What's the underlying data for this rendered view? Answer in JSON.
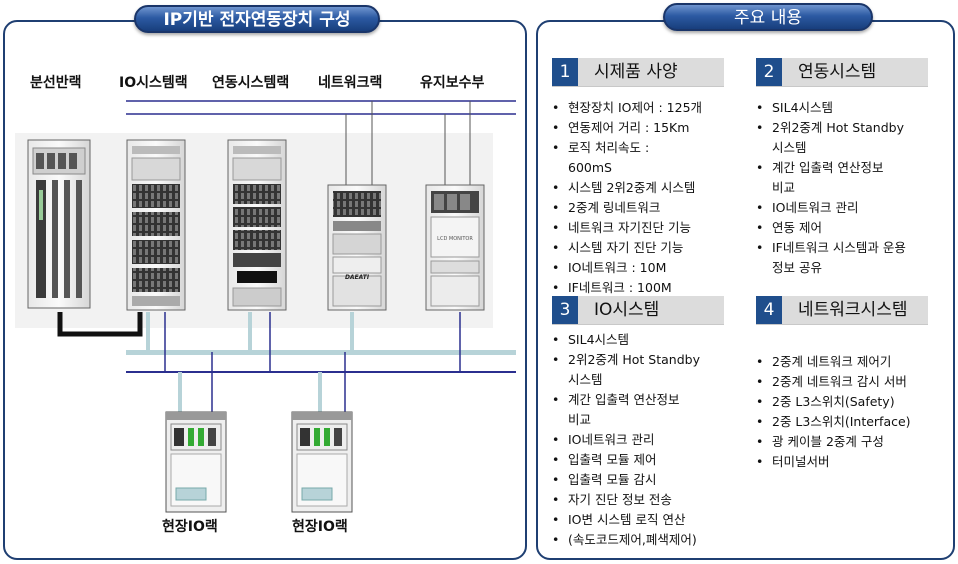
{
  "left_title": "IP기반 전자연동장치 구성",
  "right_title": "주요 내용",
  "racks": [
    {
      "label": "분선반랙"
    },
    {
      "label": "IO시스템랙"
    },
    {
      "label": "연동시스템랙"
    },
    {
      "label": "네트워크랙"
    },
    {
      "label": "유지보수부"
    }
  ],
  "rack_texts": {
    "lcd": "LCD MONITOR",
    "brand": "DAEATI"
  },
  "field_racks": [
    {
      "label": "현장IO랙"
    },
    {
      "label": "현장IO랙"
    }
  ],
  "colors": {
    "navy": "#1f3f72",
    "bus_blue": "#2b2f8f",
    "bus_light": "#b7d3d8",
    "section_num": "#1f4e8c"
  },
  "sections": [
    {
      "num": "1",
      "title": "시제품 사양",
      "items": [
        "현장장치 IO제어 : 125개",
        "연동제어 거리    : 15Km",
        "로직 처리속도    :\n600mS",
        "시스템 2위2중계 시스템",
        "2중계 링네트워크",
        "네트워크 자기진단 기능",
        "시스템 자기 진단 기능",
        "IO네트워크 : 10M",
        "IF네트워크  : 100M"
      ]
    },
    {
      "num": "2",
      "title": "연동시스템",
      "items": [
        "SIL4시스템",
        "2위2중계 Hot Standby\n시스템",
        "계간 입출력 연산정보\n비교",
        "IO네트워크 관리",
        "연동 제어",
        "IF네트워크 시스템과 운용\n정보 공유"
      ]
    },
    {
      "num": "3",
      "title": "IO시스템",
      "items": [
        "SIL4시스템",
        "2위2중계 Hot Standby\n시스템",
        "계간 입출력 연산정보\n비교",
        "IO네트워크 관리",
        "입출력 모듈 제어",
        "입출력 모듈 감시",
        "자기 진단 정보 전송",
        "IO변 시스템 로직 연산",
        "(속도코드제어,폐색제어)"
      ]
    },
    {
      "num": "4",
      "title": "네트워크시스템",
      "items": [
        "2중계 네트워크 제어기",
        "2중계 네트워크 감시 서버",
        "2중 L3스위치(Safety)",
        "2중 L3스위치(Interface)",
        "광 케이블 2중계 구성",
        "터미널서버"
      ]
    }
  ]
}
